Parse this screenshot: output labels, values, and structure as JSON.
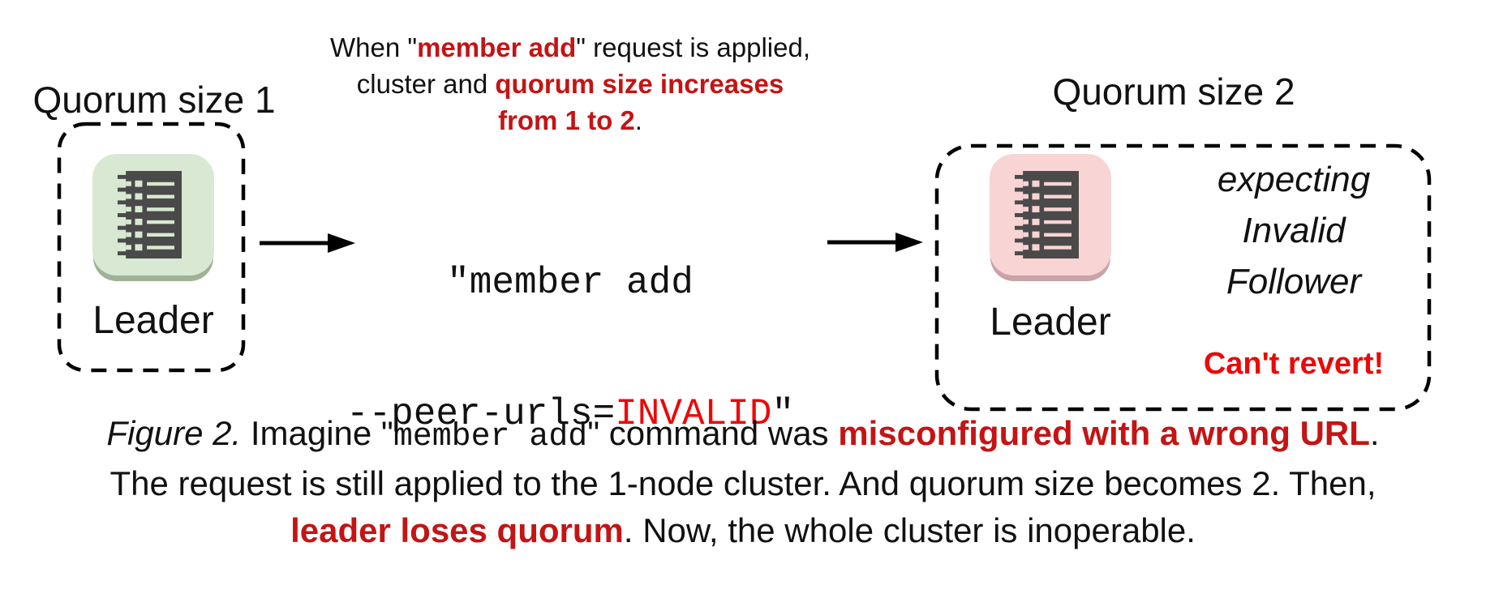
{
  "colors": {
    "text": "#111111",
    "red_bold": "#c41414",
    "red_vivid": "#ee0707",
    "green_fill": "#d8e8d2",
    "green_edge": "#9fb297",
    "pink_fill": "#f8d4d4",
    "pink_edge": "#c9a3a9",
    "glyph_dark": "#4a4a4a"
  },
  "icons": {
    "node": "member-list-icon",
    "arrow": "right-arrow-icon"
  },
  "left_cluster": {
    "title": "Quorum size 1",
    "node_label": "Leader"
  },
  "right_cluster": {
    "title": "Quorum size 2",
    "node_label": "Leader",
    "expect1": "expecting",
    "expect2": "Invalid",
    "expect3": "Follower",
    "warning": "Can't revert!"
  },
  "annotation": {
    "l1a": "When \"",
    "l1b": "member add",
    "l1c": "\" request is applied,",
    "l2a": "cluster and ",
    "l2b": "quorum size increases",
    "l3a": "from 1 to 2",
    "l3b": "."
  },
  "command": {
    "line1": "\"member add",
    "l2a": "--peer-urls=",
    "l2b": "INVALID",
    "l2c": "\""
  },
  "caption": {
    "c1a": "Figure 2.",
    "c1b": " Imagine \"",
    "c1c": "member add",
    "c1d": "\" command was ",
    "c1e": "misconfigured with a wrong URL",
    "c1f": ".",
    "line2": "The request is still applied to the 1-node cluster. And quorum size becomes 2. Then,",
    "c3a": "leader loses quorum",
    "c3b": ". Now, the whole cluster is inoperable."
  }
}
